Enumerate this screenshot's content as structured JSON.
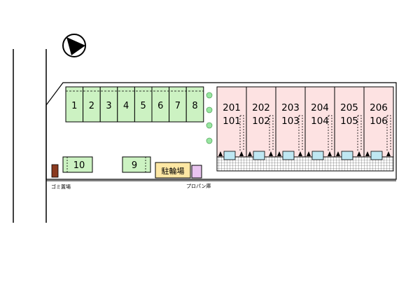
{
  "parking_spaces_top": [
    "1",
    "2",
    "3",
    "4",
    "5",
    "6",
    "7",
    "8"
  ],
  "parking_space_left": "10",
  "parking_space_mid": "9",
  "bicycle_parking_label": "駐輪場",
  "garbage_label": "ゴミ置場",
  "propane_label": "プロパン庫",
  "units": [
    {
      "upper": "201",
      "lower": "101"
    },
    {
      "upper": "202",
      "lower": "102"
    },
    {
      "upper": "203",
      "lower": "103"
    },
    {
      "upper": "204",
      "lower": "104"
    },
    {
      "upper": "205",
      "lower": "105"
    },
    {
      "upper": "206",
      "lower": "106"
    }
  ],
  "colors": {
    "parking": "#ccf2c2",
    "building": "#fde2e2",
    "bicycle": "#fde7a4",
    "garbage": "#8a3a1f",
    "propane": "#e9c4f0",
    "porch": "#bfe7f2",
    "shrub": "#98e6a0"
  },
  "icons": {
    "north": "north-arrow-icon"
  }
}
